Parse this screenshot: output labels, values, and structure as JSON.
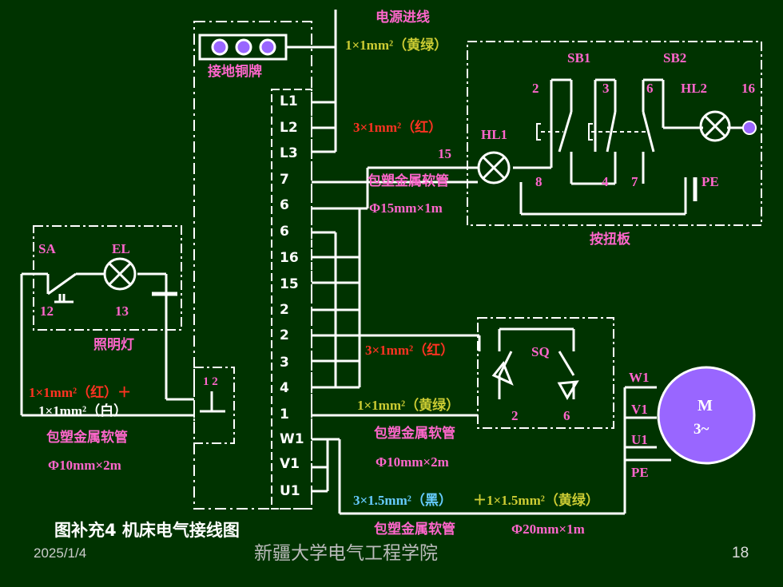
{
  "labels": {
    "power_in": "电源进线",
    "ground_wire": "1×1mm²（黄绿）",
    "ground_plate": "接地铜牌",
    "phase_wire": "3×1mm²（红）",
    "hose1": "包塑金属软管",
    "hose1_size": "Φ15mm×1m",
    "num15": "15",
    "button_board": "按扭板",
    "sb1": "SB1",
    "sb2": "SB2",
    "hl1": "HL1",
    "hl2": "HL2",
    "pe1": "PE",
    "n2": "2",
    "n3": "3",
    "n6": "6",
    "n16": "16",
    "n8": "8",
    "n4": "4",
    "n7": "7",
    "sa": "SA",
    "el": "EL",
    "n12": "12",
    "n13": "13",
    "lamp": "照明灯",
    "lamp_wire_a": "1×1mm²（红）＋",
    "lamp_wire_b": "1×1mm²（白）",
    "hose2": "包塑金属软管",
    "hose2_size": "Φ10mm×2m",
    "sq": "SQ",
    "sq_wire": "3×1mm²（红）",
    "sq_ground": "1×1mm²（黄绿）",
    "sq_2": "2",
    "sq_6": "6",
    "hose3": "包塑金属软管",
    "hose3_size": "Φ10mm×2m",
    "motor_wire_a": "3×1.5mm²（黑）",
    "motor_wire_b": "＋1×1.5mm²（黄绿）",
    "hose4": "包塑金属软管",
    "hose4_size": "Φ20mm×1m",
    "w1": "W1",
    "v1": "V1",
    "u1": "U1",
    "pe2": "PE",
    "motor_m": "M",
    "motor_3": "3~",
    "conn12": "1 2"
  },
  "terminals": [
    "L1",
    "L2",
    "L3",
    "7",
    "6",
    "6",
    "16",
    "15",
    "2",
    "2",
    "3",
    "4",
    "1",
    "W1",
    "V1",
    "U1"
  ],
  "footer": {
    "caption": "图补充4  机床电气接线图",
    "date": "2025/1/4",
    "org": "新疆大学电气工程学院",
    "page": "18"
  },
  "colors": {
    "background": "#003300",
    "line": "#ffffff",
    "pink": "#ff66cc",
    "red": "#ff3322",
    "yellow": "#cccc33",
    "motor": "#9966ff"
  }
}
